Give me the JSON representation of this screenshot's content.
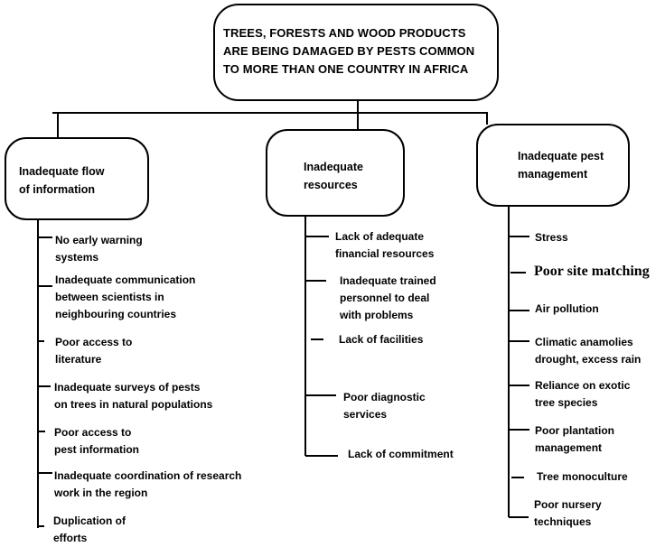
{
  "root": {
    "lines": [
      "TREES, FORESTS AND WOOD PRODUCTS",
      "ARE BEING DAMAGED BY PESTS COMMON",
      "TO MORE THAN ONE COUNTRY IN AFRICA"
    ]
  },
  "branches": [
    {
      "title_lines": [
        "Inadequate flow",
        "of information"
      ],
      "items": [
        {
          "lines": [
            "No early warning",
            "systems"
          ]
        },
        {
          "lines": [
            "Inadequate communication",
            "between  scientists in",
            "neighbouring countries"
          ]
        },
        {
          "lines": [
            "Poor access to",
            "literature"
          ]
        },
        {
          "lines": [
            "Inadequate surveys of pests",
            "on trees in natural populations"
          ]
        },
        {
          "lines": [
            "Poor access to",
            "pest information"
          ]
        },
        {
          "lines": [
            "Inadequate coordination of research",
            "work in the region"
          ]
        },
        {
          "lines": [
            "Duplication of",
            "efforts"
          ]
        }
      ]
    },
    {
      "title_lines": [
        "Inadequate",
        "resources"
      ],
      "items": [
        {
          "lines": [
            "Lack of adequate",
            "financial resources"
          ]
        },
        {
          "lines": [
            "Inadequate trained",
            "personnel to deal",
            "with problems"
          ]
        },
        {
          "lines": [
            "Lack of facilities"
          ]
        },
        {
          "lines": [
            "Poor diagnostic",
            "services"
          ]
        },
        {
          "lines": [
            "Lack of commitment"
          ]
        }
      ]
    },
    {
      "title_lines": [
        "Inadequate pest",
        "management"
      ],
      "items": [
        {
          "lines": [
            "Stress"
          ]
        },
        {
          "lines": [
            "Poor site matching"
          ]
        },
        {
          "lines": [
            "Air pollution"
          ]
        },
        {
          "lines": [
            "Climatic anamolies",
            "drought, excess rain"
          ]
        },
        {
          "lines": [
            "Reliance on exotic",
            "tree species"
          ]
        },
        {
          "lines": [
            "Poor plantation",
            "management"
          ]
        },
        {
          "lines": [
            "Tree monoculture"
          ]
        },
        {
          "lines": [
            "Poor nursery",
            "techniques"
          ]
        }
      ]
    }
  ]
}
